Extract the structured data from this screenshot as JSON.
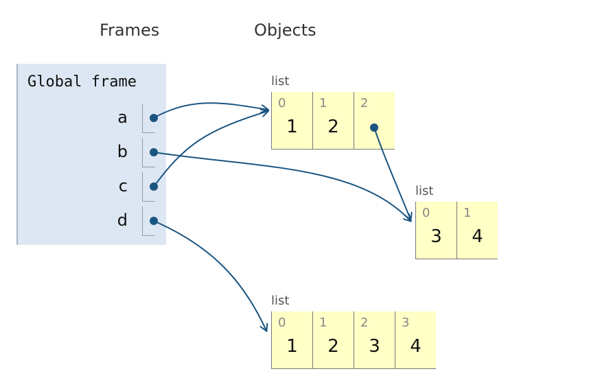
{
  "headers": {
    "frames": "Frames",
    "objects": "Objects"
  },
  "global_frame": {
    "title": "Global frame",
    "variables": [
      {
        "name": "a",
        "points_to": "list-1"
      },
      {
        "name": "b",
        "points_to": "list-2"
      },
      {
        "name": "c",
        "points_to": "list-1"
      },
      {
        "name": "d",
        "points_to": "list-3"
      }
    ]
  },
  "objects": [
    {
      "id": "list-1",
      "type": "list",
      "cells": [
        {
          "index": "0",
          "value": "1"
        },
        {
          "index": "1",
          "value": "2"
        },
        {
          "index": "2",
          "value": "",
          "points_to": "list-2"
        }
      ]
    },
    {
      "id": "list-2",
      "type": "list",
      "cells": [
        {
          "index": "0",
          "value": "3"
        },
        {
          "index": "1",
          "value": "4"
        }
      ]
    },
    {
      "id": "list-3",
      "type": "list",
      "cells": [
        {
          "index": "0",
          "value": "1"
        },
        {
          "index": "1",
          "value": "2"
        },
        {
          "index": "2",
          "value": "3"
        },
        {
          "index": "3",
          "value": "4"
        }
      ]
    }
  ],
  "colors": {
    "frame_bg": "#dde7f3",
    "cell_bg": "#ffffc6",
    "arrow": "#1a5480"
  }
}
